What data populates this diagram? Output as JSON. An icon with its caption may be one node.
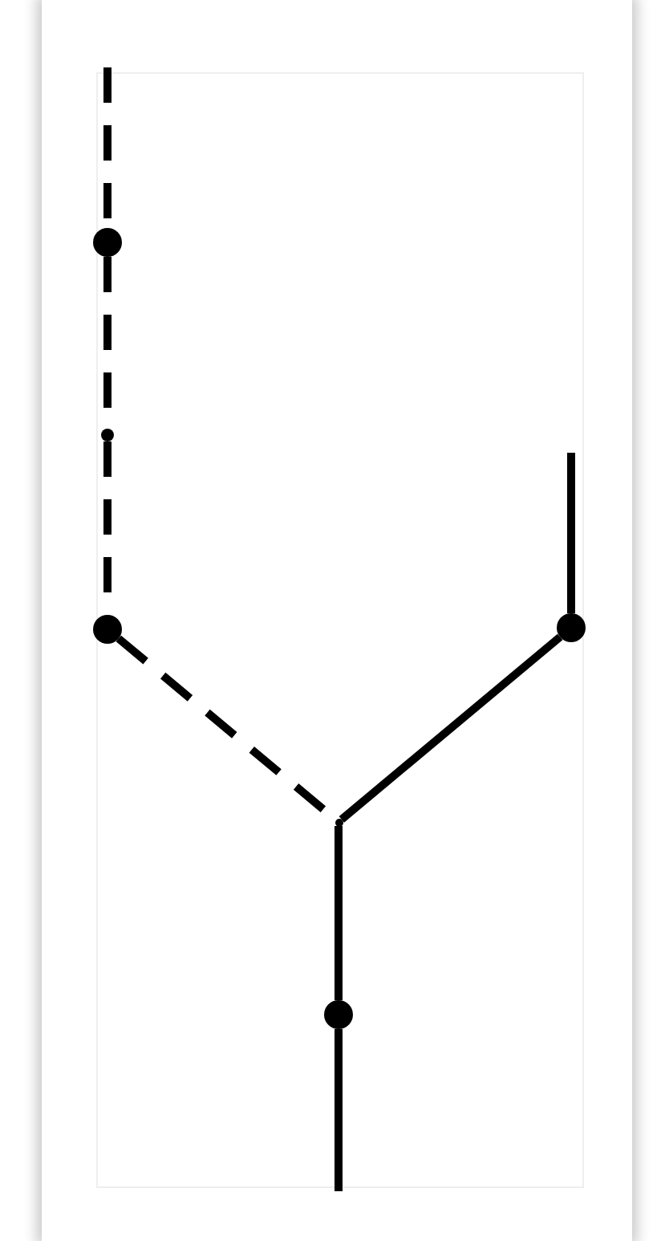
{
  "diagram": {
    "nodes": [
      {
        "text": [],
        "shape": "circle"
      },
      {
        "text": [],
        "shape": "circle"
      },
      {
        "text": [],
        "shape": "circle"
      },
      {
        "text": [],
        "shape": "circle"
      },
      {
        "text": [],
        "shape": "circle"
      },
      {
        "text": [],
        "shape": "circle"
      }
    ],
    "edges": [
      {
        "from": null,
        "to": 0,
        "arrow": "none",
        "style": "dashed"
      },
      {
        "from": 0,
        "to": 1,
        "arrow": "none",
        "style": "dashed"
      },
      {
        "from": 1,
        "to": 2,
        "arrow": "none",
        "style": "dashed"
      },
      {
        "from": 2,
        "to": 4,
        "arrow": "none",
        "style": "dashed"
      },
      {
        "from": null,
        "to": 3,
        "arrow": "none"
      },
      {
        "from": 3,
        "to": 4,
        "arrow": "none"
      },
      {
        "from": 4,
        "to": 5,
        "arrow": "none"
      },
      {
        "from": 5,
        "to": null,
        "arrow": "none"
      }
    ]
  }
}
